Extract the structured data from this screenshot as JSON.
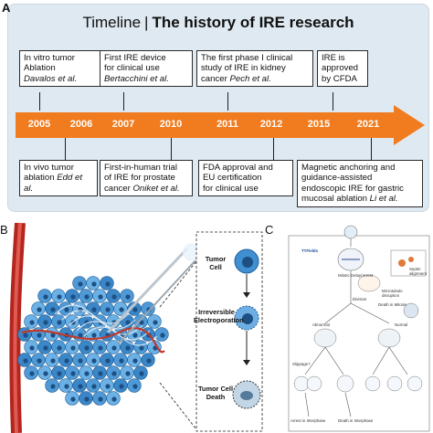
{
  "panel_a": {
    "letter": "A",
    "title_prefix": "Timeline",
    "title_separator": "|",
    "title_main": "The history of IRE research",
    "years": [
      "2005",
      "2006",
      "2007",
      "2010",
      "2011",
      "2012",
      "2015",
      "2021"
    ],
    "colors": {
      "arrow": "#f07c1f",
      "background": "#dfe9f1"
    },
    "top_events": [
      {
        "label": "In vitro tumor\nAblation",
        "author": "Davalos et al."
      },
      {
        "label": "First IRE device\nfor clinical use",
        "author": "Bertacchini et al."
      },
      {
        "label": "The first phase I clinical\nstudy of IRE in kidney\ncancer",
        "author": "Pech et al."
      },
      {
        "label": "IRE is\napproved\nby CFDA",
        "author": ""
      }
    ],
    "bottom_events": [
      {
        "label": "In vivo tumor\nablation",
        "author": "Edd et al."
      },
      {
        "label": "First-in-human trial\nof IRE for prostate\ncancer",
        "author": "Oniket et al."
      },
      {
        "label": "FDA approval and\nEU certification\nfor clinical use",
        "author": ""
      },
      {
        "label": "Magnetic anchoring and\nguidance-assisted\nendoscopic IRE for gastric\nmucosal ablation",
        "author": "Li et al."
      }
    ]
  },
  "panel_b": {
    "letter": "B",
    "stages": [
      "Tumor Cell",
      "Irreversible\nElectroporation",
      "Tumor Cell\nDeath"
    ]
  },
  "panel_c": {
    "letter": "C",
    "labels": {
      "ttfields": "TTFields",
      "septin": "Septin\nalignment",
      "mitotic": "Mitotic Delay/Arrest",
      "microtubule": "Microtubule\ndisruption",
      "division": "Division",
      "death_mitosis": "Death in Mitosis",
      "abnormal": "Abnormal",
      "normal": "Normal",
      "slippage": "Slippage?",
      "arrest": "Arrest in Interphase",
      "death_interphase": "Death in Interphase"
    }
  }
}
